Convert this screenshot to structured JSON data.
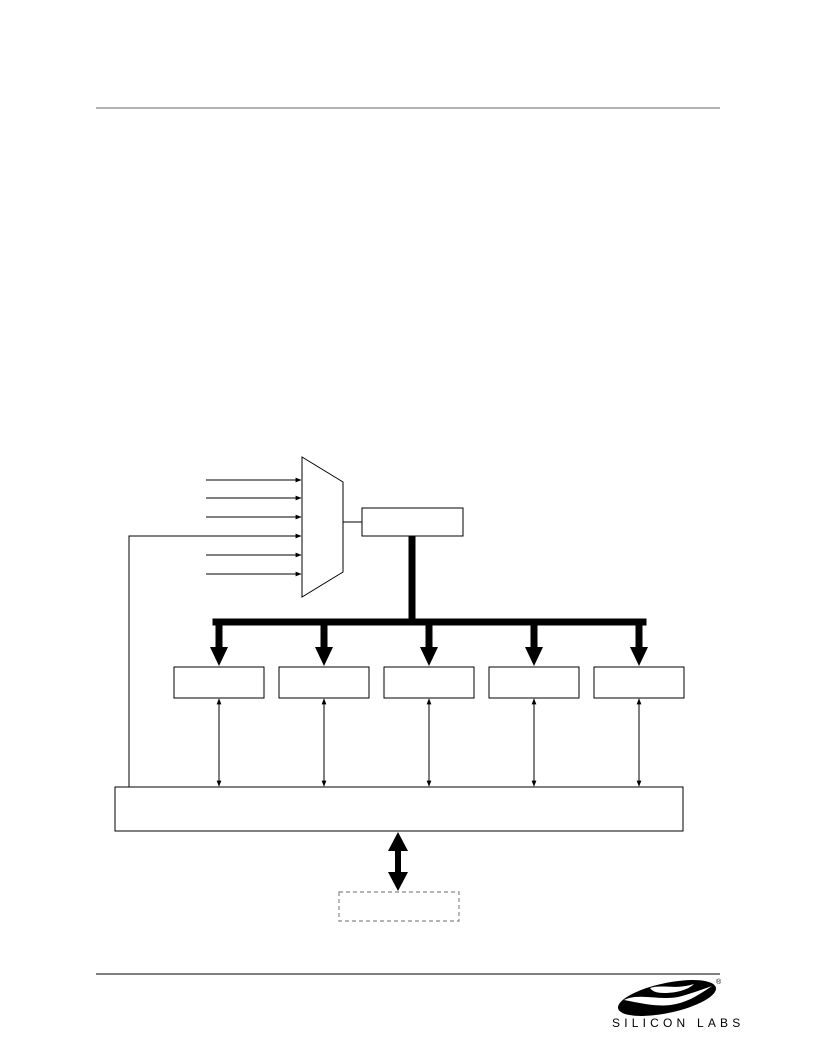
{
  "page": {
    "background": "#ffffff",
    "rule_color": "#9a9a9a",
    "footer_rule_color": "#000000"
  },
  "diagram": {
    "line_color": "#000000",
    "optional_block_border": "#888888",
    "mux_input_count": 6,
    "peripheral_block_count": 5
  },
  "logo": {
    "company": "SILICON LABS",
    "registered_mark": "®",
    "icon": "silicon-labs-logo-icon",
    "color": "#000000"
  }
}
